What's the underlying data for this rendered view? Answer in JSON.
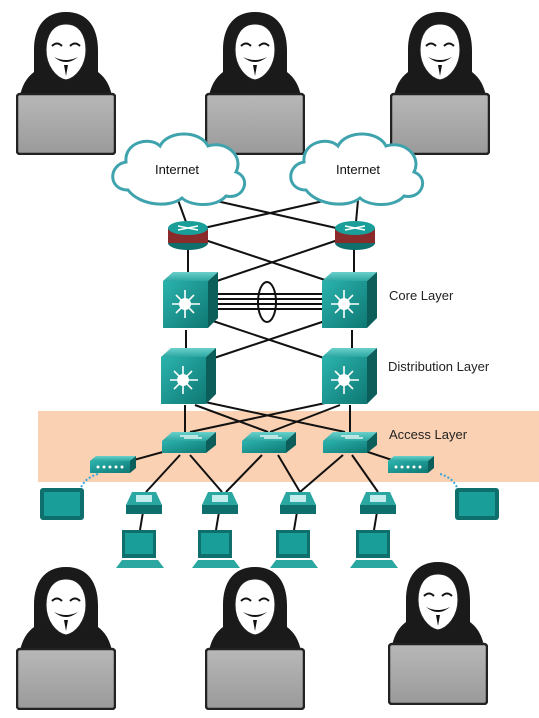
{
  "clouds": [
    {
      "label": "Internet"
    },
    {
      "label": "Internet"
    }
  ],
  "layers": {
    "core": "Core Layer",
    "distribution": "Distribution Layer",
    "access": "Access Layer"
  },
  "colors": {
    "device_teal": "#1a9e9a",
    "device_dark": "#0f6f6c",
    "access_band": "#f9c9a4",
    "cloud_stroke": "#3fa3ad",
    "laptop_gray": "#a8a8a8",
    "router_red": "#8b2a2a"
  },
  "attackers": {
    "count": 6,
    "icon": "hooded-hacker-laptop-icon"
  }
}
